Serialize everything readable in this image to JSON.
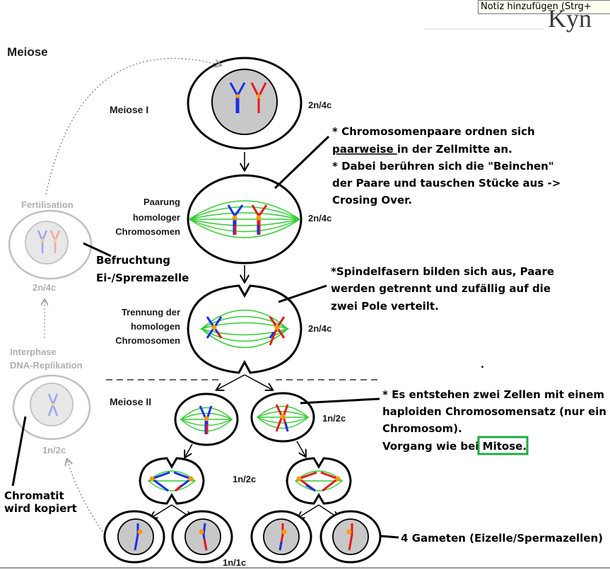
{
  "tooltip": "Notiz hinzufügen (Strg+",
  "title": "Meiose",
  "stages": {
    "meiose1": "Meiose I",
    "meiose2": "Meiose II",
    "paarung": [
      "Paarung",
      "homologer",
      "Chromosomen"
    ],
    "trennung": [
      "Trennung der",
      "homologen",
      "Chromosomen"
    ]
  },
  "ploidy": {
    "p1": "2n/4c",
    "p2": "2n/4c",
    "p3": "2n/4c",
    "p4": "1n/2c",
    "p5": "1n/2c",
    "p6": "1n/1c",
    "fert": "2n/4c",
    "inter": "1n/2c"
  },
  "cycle": {
    "fertilisation": "Fertilisation",
    "interphase": "Interphase",
    "replikation": "DNA-Replikation"
  },
  "notes": {
    "n1_line1": "* Chromosomenpaare ordnen sich",
    "n1_line2_u": "paarweise ",
    "n1_line2_rest": "in der Zellmitte an.",
    "n1_line3": "* Dabei berühren sich die \"Beinchen\"",
    "n1_line4": "der Paare und tauschen Stücke aus ->",
    "n1_line5": "Crosing Over.",
    "n2_line1": "*Spindelfasern bilden sich aus, Paare",
    "n2_line2": "werden getrennt und zufällig auf die",
    "n2_line3": "zwei Pole verteilt.",
    "n3_line1": "* Es entstehen zwei Zellen mit einem",
    "n3_line2": "haploiden Chromosomensatz (nur ein",
    "n3_line3": "Chromosom).",
    "n3_line4_a": "Vorgang wie bei ",
    "n3_line4_b": "Mitose.",
    "befruchtung": [
      "Befruchtung",
      "Ei-/Spremazelle"
    ],
    "chromatit": [
      "Chromatit",
      "wird kopiert"
    ],
    "gameten": "4 Gameten (Eizelle/Spermazellen)"
  },
  "colors": {
    "blue": "#1a2ee6",
    "red": "#e61a1a",
    "green": "#33cc33",
    "orange": "#ff9900",
    "highlight": "#22aa44"
  }
}
